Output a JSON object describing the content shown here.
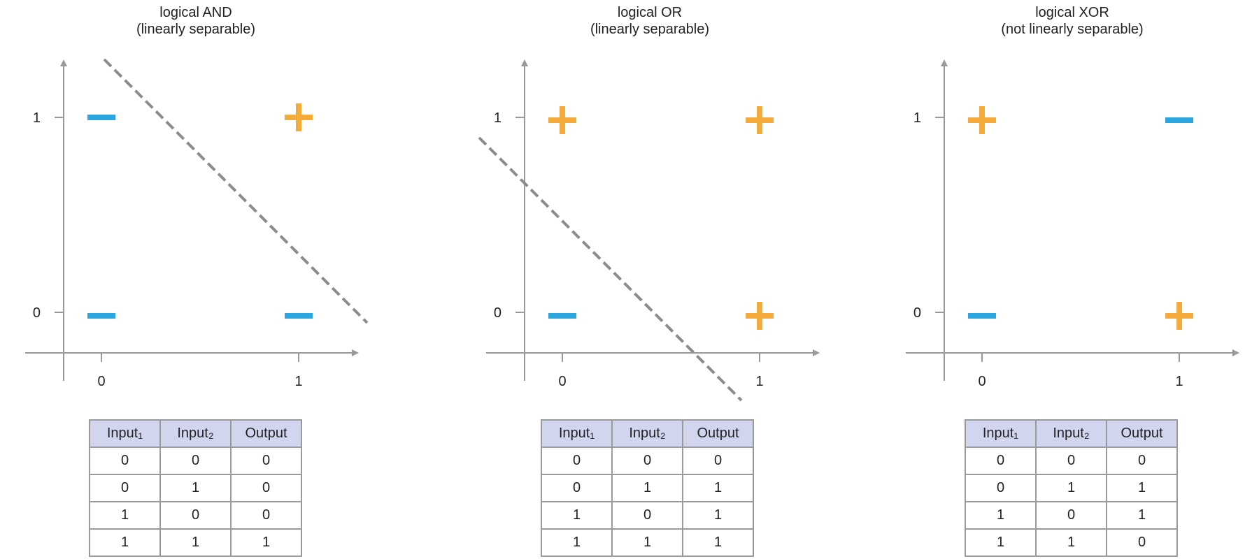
{
  "colors": {
    "negative": "#2ba6df",
    "positive": "#f5ab3c",
    "axis": "#999999",
    "boundary": "#8c8c8c",
    "table_header": "#d1d5ee"
  },
  "panels": [
    {
      "title_line1": "logical AND",
      "title_line2": "(linearly separable)",
      "x_ticks": [
        "0",
        "1"
      ],
      "y_ticks": [
        "0",
        "1"
      ],
      "points": [
        {
          "x1": 0,
          "x2": 0,
          "class": "negative",
          "symbol": "minus"
        },
        {
          "x1": 0,
          "x2": 1,
          "class": "negative",
          "symbol": "minus"
        },
        {
          "x1": 1,
          "x2": 0,
          "class": "negative",
          "symbol": "minus"
        },
        {
          "x1": 1,
          "x2": 1,
          "class": "positive",
          "symbol": "plus"
        }
      ],
      "decision_boundary": true,
      "table": {
        "headers": [
          "Input₁",
          "Input₂",
          "Output"
        ],
        "rows": [
          [
            "0",
            "0",
            "0"
          ],
          [
            "0",
            "1",
            "0"
          ],
          [
            "1",
            "0",
            "0"
          ],
          [
            "1",
            "1",
            "1"
          ]
        ]
      }
    },
    {
      "title_line1": "logical OR",
      "title_line2": "(linearly separable)",
      "x_ticks": [
        "0",
        "1"
      ],
      "y_ticks": [
        "0",
        "1"
      ],
      "points": [
        {
          "x1": 0,
          "x2": 0,
          "class": "negative",
          "symbol": "minus"
        },
        {
          "x1": 0,
          "x2": 1,
          "class": "positive",
          "symbol": "plus"
        },
        {
          "x1": 1,
          "x2": 0,
          "class": "positive",
          "symbol": "plus"
        },
        {
          "x1": 1,
          "x2": 1,
          "class": "positive",
          "symbol": "plus"
        }
      ],
      "decision_boundary": true,
      "table": {
        "headers": [
          "Input₁",
          "Input₂",
          "Output"
        ],
        "rows": [
          [
            "0",
            "0",
            "0"
          ],
          [
            "0",
            "1",
            "1"
          ],
          [
            "1",
            "0",
            "1"
          ],
          [
            "1",
            "1",
            "1"
          ]
        ]
      }
    },
    {
      "title_line1": "logical XOR",
      "title_line2": "(not linearly separable)",
      "x_ticks": [
        "0",
        "1"
      ],
      "y_ticks": [
        "0",
        "1"
      ],
      "points": [
        {
          "x1": 0,
          "x2": 0,
          "class": "negative",
          "symbol": "minus"
        },
        {
          "x1": 0,
          "x2": 1,
          "class": "positive",
          "symbol": "plus"
        },
        {
          "x1": 1,
          "x2": 0,
          "class": "positive",
          "symbol": "plus"
        },
        {
          "x1": 1,
          "x2": 1,
          "class": "negative",
          "symbol": "minus"
        }
      ],
      "decision_boundary": false,
      "table": {
        "headers": [
          "Input₁",
          "Input₂",
          "Output"
        ],
        "rows": [
          [
            "0",
            "0",
            "0"
          ],
          [
            "0",
            "1",
            "1"
          ],
          [
            "1",
            "0",
            "1"
          ],
          [
            "1",
            "1",
            "0"
          ]
        ]
      }
    }
  ]
}
